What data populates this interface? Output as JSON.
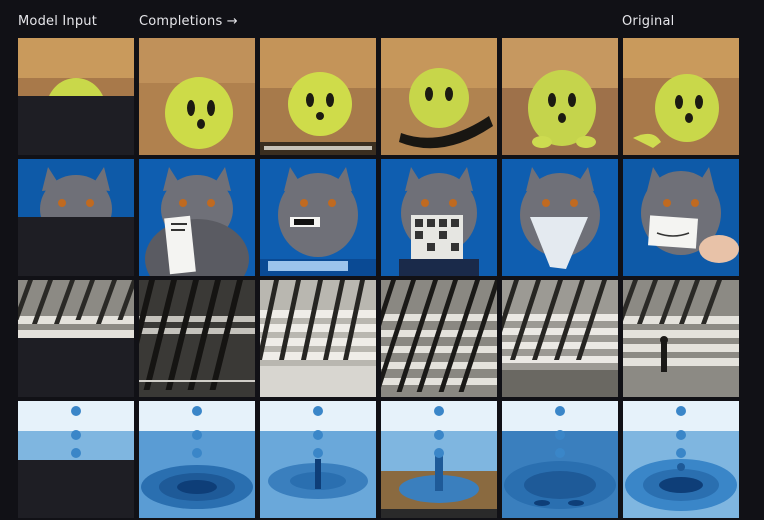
{
  "headers": {
    "model_input": "Model Input",
    "completions": "Completions →",
    "original": "Original"
  },
  "rows": [
    {
      "name": "tennis-ball-creature",
      "colors": {
        "bg": "#c99a5c",
        "ground": "#a8794a",
        "subject": "#c9d84a",
        "accent": "#1c1a12"
      }
    },
    {
      "name": "gray-cat",
      "colors": {
        "bg": "#0e5aa8",
        "ground": "#0a3f7c",
        "subject": "#6f7078",
        "accent": "#f0f0f0"
      }
    },
    {
      "name": "crosswalk-shadows",
      "colors": {
        "bg": "#8c8a84",
        "ground": "#b9b7b0",
        "subject": "#2a2926",
        "accent": "#e4e2dc"
      }
    },
    {
      "name": "water-drop",
      "colors": {
        "bg": "#e6f2fa",
        "ground": "#2a6fb0",
        "subject": "#5aa0d8",
        "accent": "#0e3e78"
      }
    }
  ]
}
